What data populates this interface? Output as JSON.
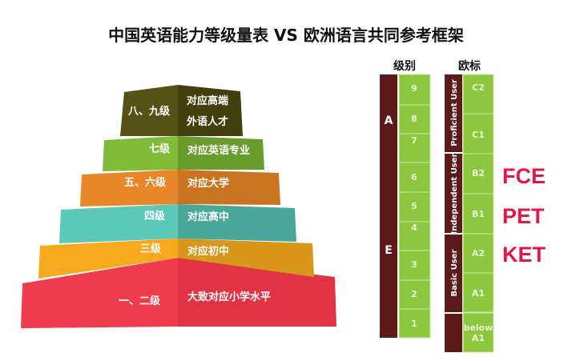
{
  "title": "中国英语能力等级量表 VS  欧洲语言共同参考框架",
  "pyramid": [
    {
      "level": "八、九级",
      "desc": [
        "对应高端",
        "外语人才"
      ],
      "color": "#4f4a14"
    },
    {
      "level": "七级",
      "desc": [
        "对应英语专业"
      ],
      "color": "#7ab236"
    },
    {
      "level": "五、六级",
      "desc": [
        "对应大学"
      ],
      "color": "#e3841f"
    },
    {
      "level": "四级",
      "desc": [
        "对应高中"
      ],
      "color": "#5bc4b4"
    },
    {
      "level": "三级",
      "desc": [
        "对应初中"
      ],
      "color": "#f4a81c"
    },
    {
      "level": "一、二级",
      "desc": [
        "大致对应小学水平"
      ],
      "color": "#ea3a4b"
    }
  ],
  "china_scale": {
    "header": "级别",
    "bands": [
      "A",
      "E"
    ],
    "levels": [
      "9",
      "8",
      "7",
      "6",
      "5",
      "4",
      "3",
      "2",
      "1"
    ]
  },
  "cefr": {
    "header": "欧标",
    "groups": [
      "Proficient User",
      "Independent User",
      "Basic User",
      ""
    ],
    "levels": [
      "C2",
      "C1",
      "B2",
      "B1",
      "A2",
      "A1"
    ],
    "below": [
      "below",
      "A1"
    ]
  },
  "exams": [
    "FCE",
    "PET",
    "KET"
  ],
  "colors": {
    "cell_green": "#8dc63f",
    "band_brown": "#5c1a1a",
    "exam_red": "#e0184a"
  }
}
